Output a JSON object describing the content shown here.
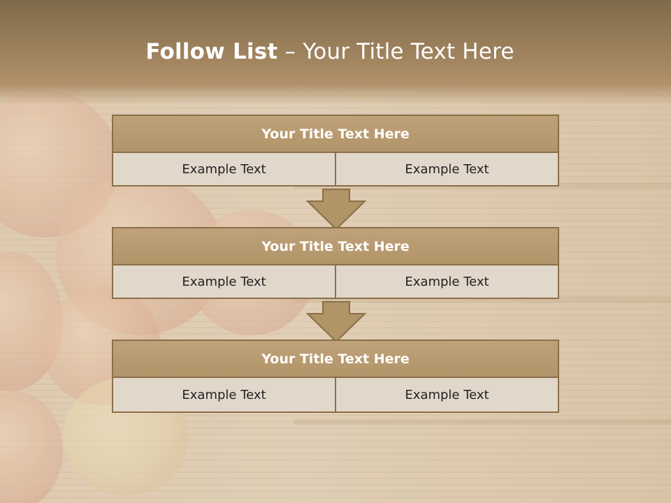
{
  "slide": {
    "title_bold": "Follow List",
    "title_rest": " – Your Title Text Here"
  },
  "blocks": [
    {
      "title": "Your Title Text Here",
      "left": "Example Text",
      "right": "Example Text"
    },
    {
      "title": "Your Title Text Here",
      "left": "Example Text",
      "right": "Example Text"
    },
    {
      "title": "Your Title Text Here",
      "left": "Example Text",
      "right": "Example Text"
    }
  ],
  "colors": {
    "header_band": "#8c7450",
    "block_header": "#b8996f",
    "block_border": "#8a6f48",
    "block_body": "#e2d7cb",
    "arrow": "#b29469"
  }
}
